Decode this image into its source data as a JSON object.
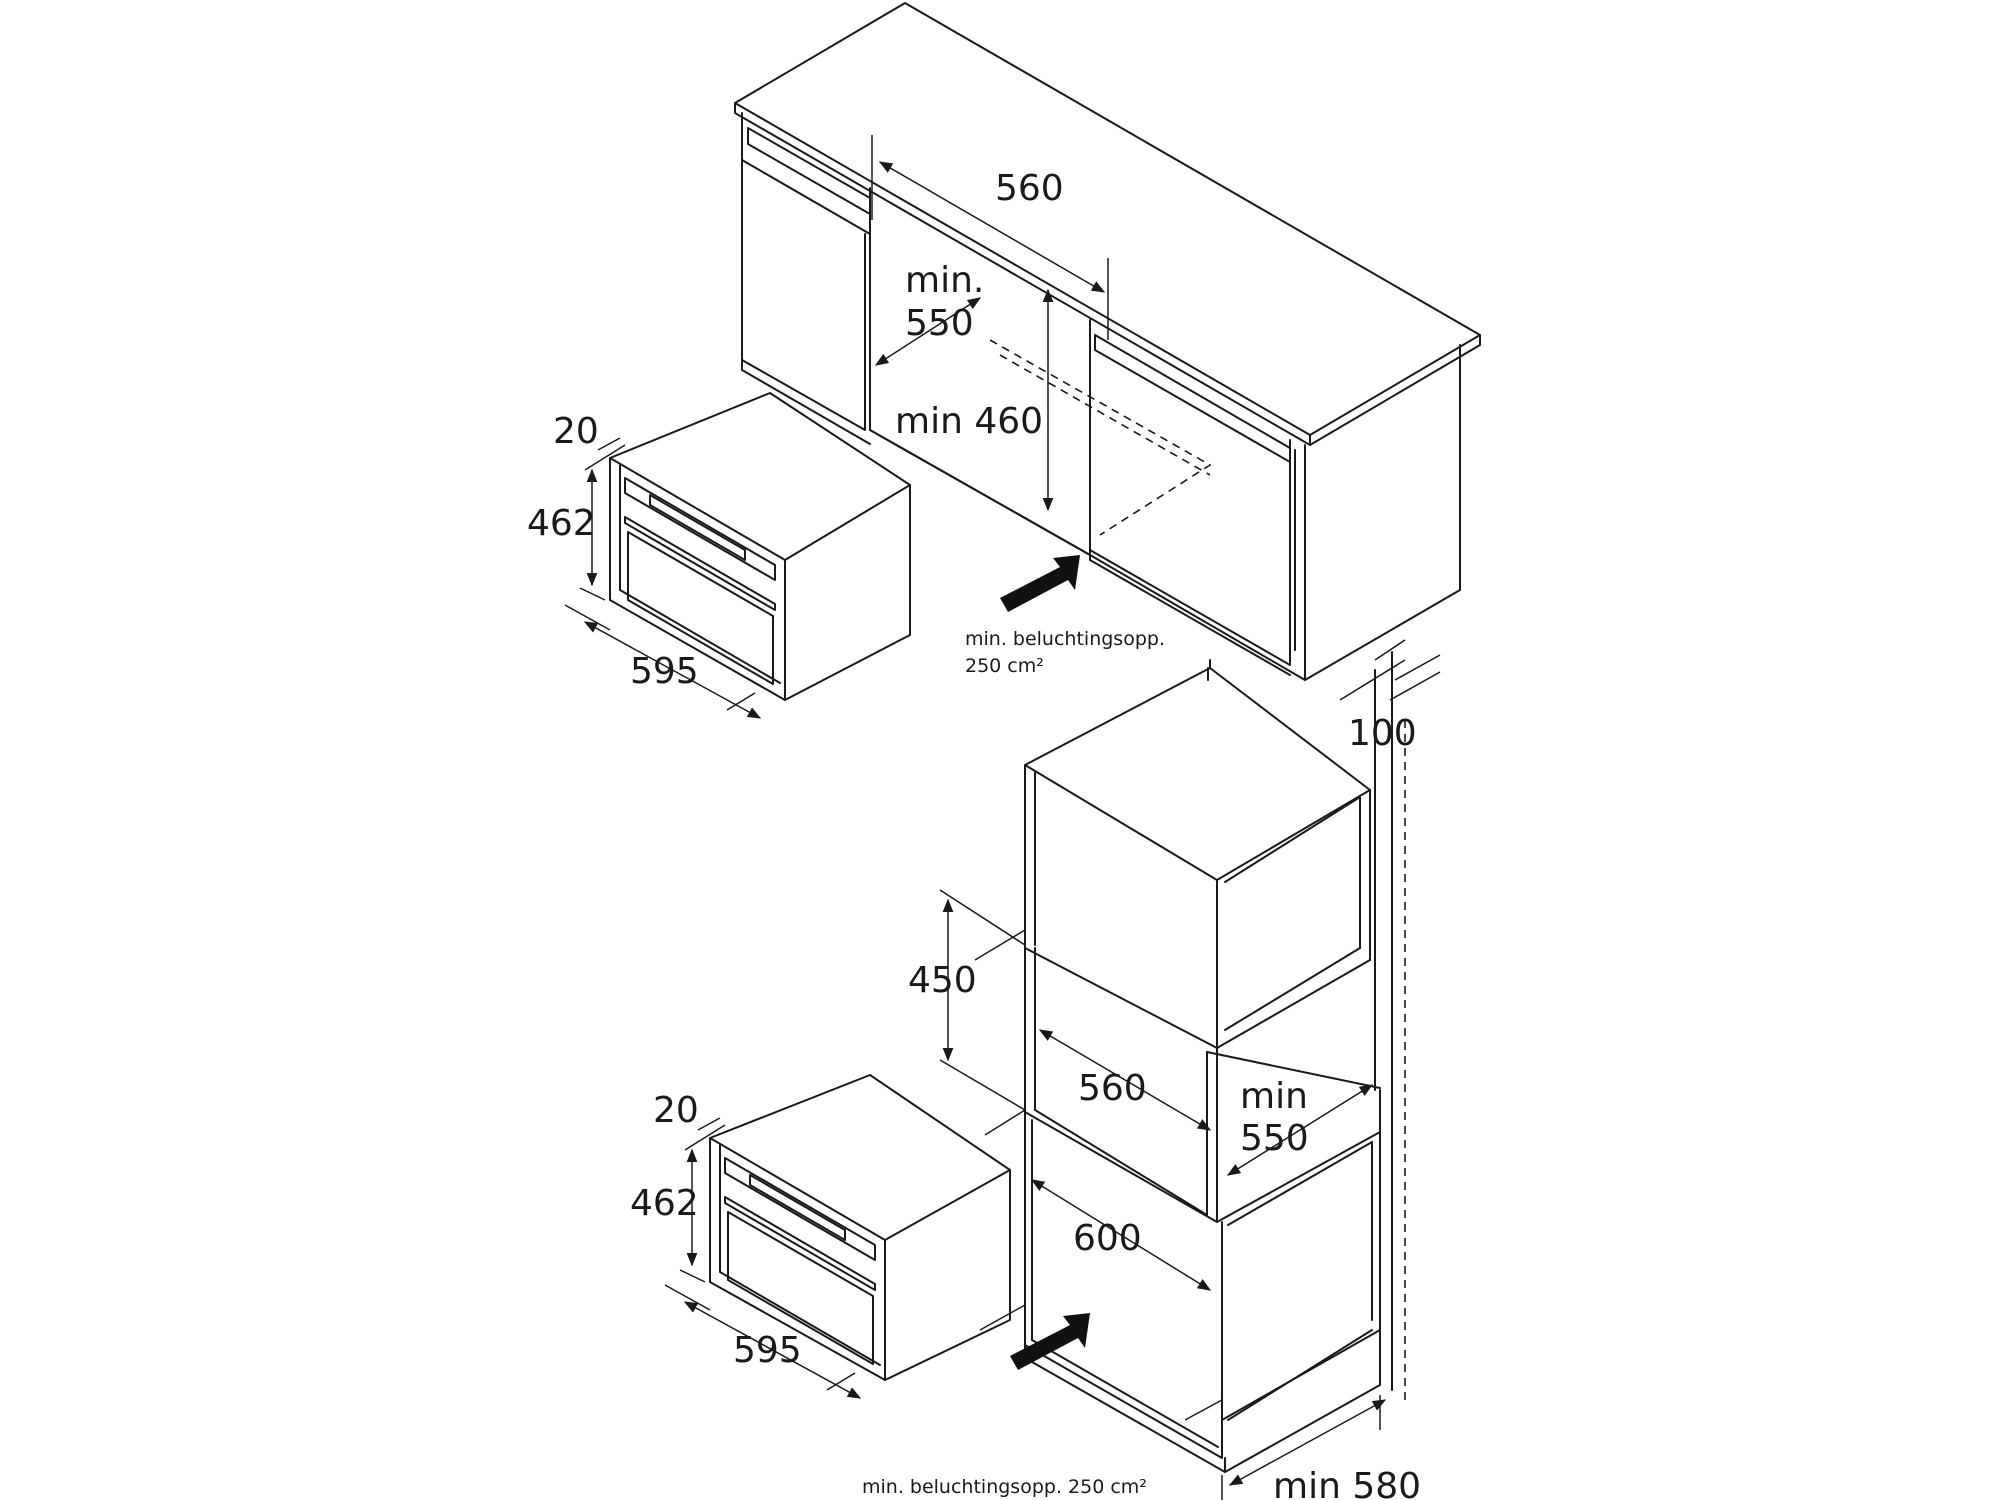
{
  "top_install": {
    "dim_cutout_width": "560",
    "dim_cutout_depth_1": "min.",
    "dim_cutout_depth_2": "550",
    "dim_cutout_height": "min 460",
    "oven_dim_frame": "20",
    "oven_dim_height": "462",
    "oven_dim_width": "595",
    "vent_note_1": "min. beluchtingsopp.",
    "vent_note_2": "250 cm²"
  },
  "column_install": {
    "dim_top_gap": "100",
    "dim_niche_height": "450",
    "dim_niche_width": "560",
    "dim_niche_depth_1": "min",
    "dim_niche_depth_2": "550",
    "dim_cabinet_width": "600",
    "dim_cabinet_depth": "min 580",
    "oven_dim_frame": "20",
    "oven_dim_height": "462",
    "oven_dim_width": "595",
    "vent_note": "min. beluchtingsopp. 250 cm²"
  },
  "colors": {
    "line": "#1a1a1a",
    "background": "#ffffff"
  }
}
